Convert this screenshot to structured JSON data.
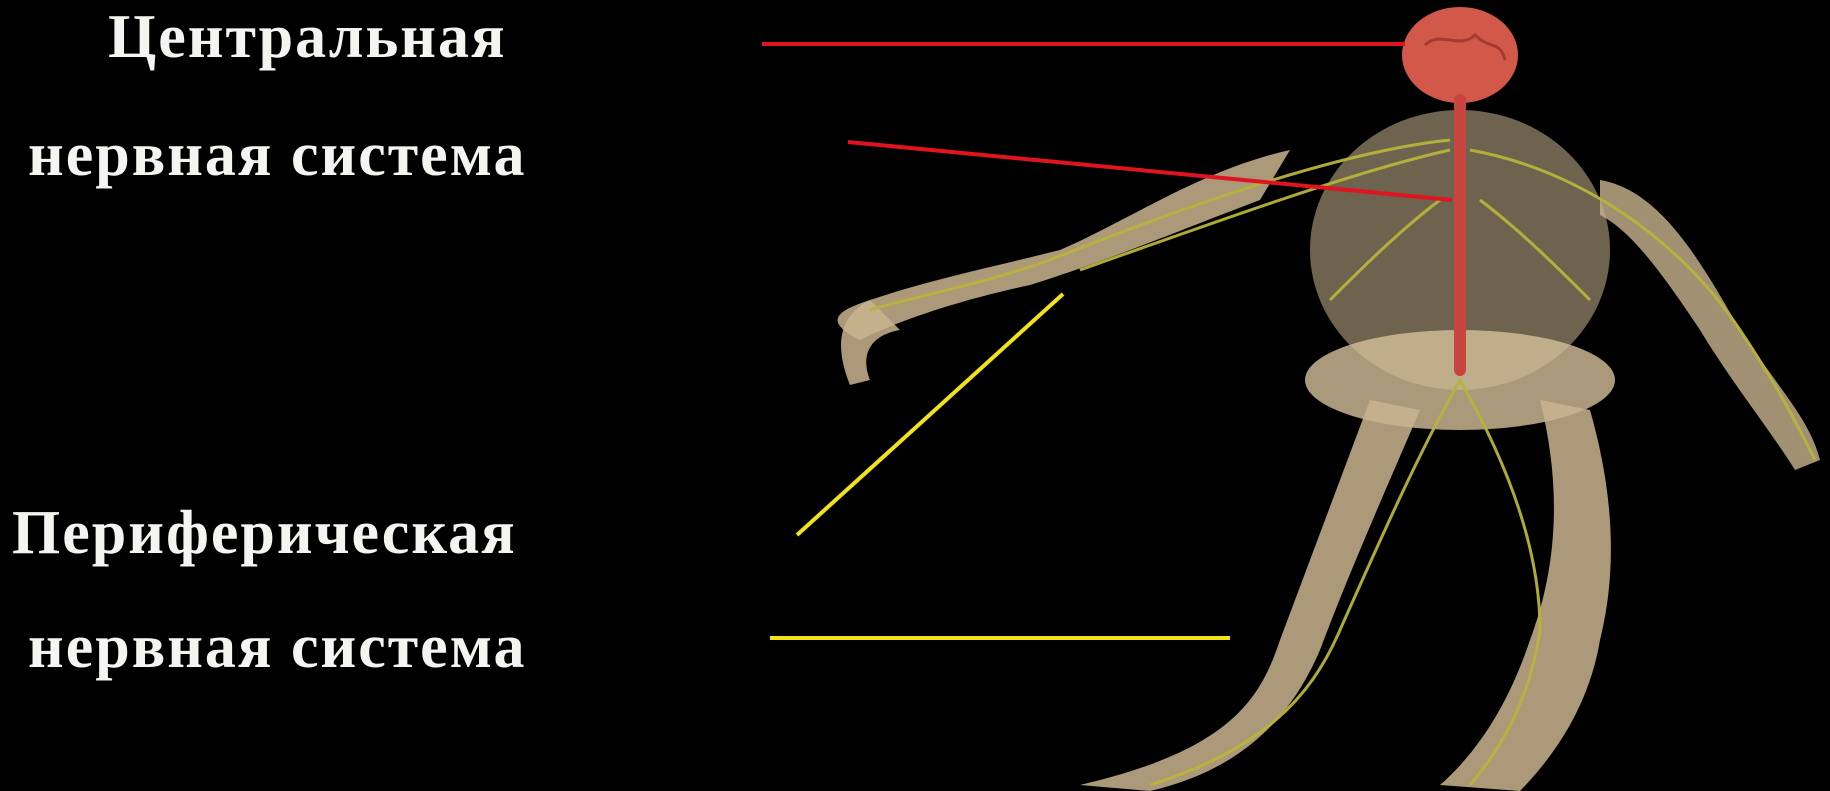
{
  "labels": {
    "cns": {
      "line1": "Центральная",
      "line2": "нервная система",
      "color": "#e0141e"
    },
    "pns": {
      "line1": "Периферическая",
      "line2": "нервная система",
      "color": "#f2e21a"
    }
  },
  "colors": {
    "background": "#000000",
    "text": "#f4f4f0",
    "bone": "#d9c7a8",
    "nerve": "#b8b43a",
    "brain": "#d2594a",
    "spinal_cord": "#c8443e"
  }
}
